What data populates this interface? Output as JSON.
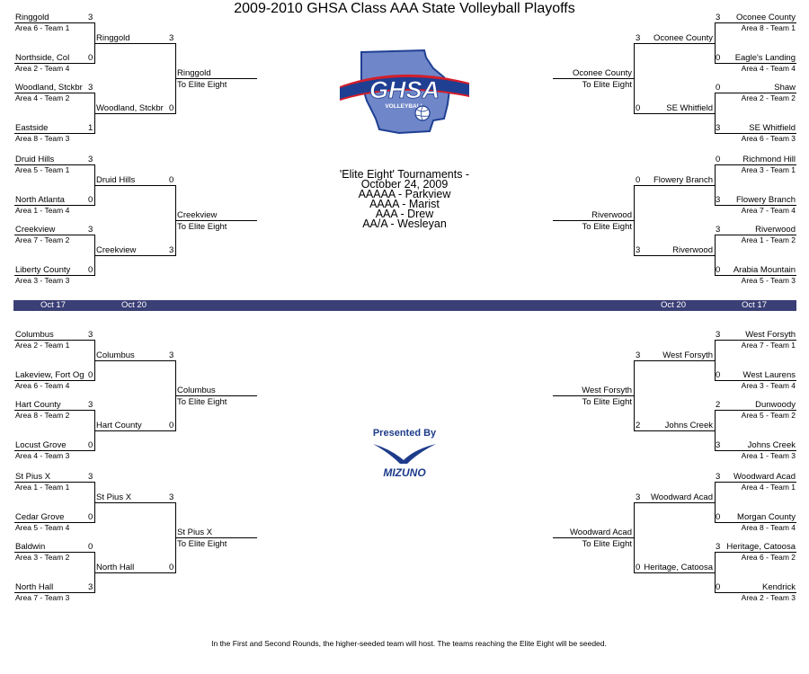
{
  "title": "2009-2010 GHSA Class AAA State Volleyball Playoffs",
  "logo": {
    "text": "GHSA",
    "sub": "VOLLEYBALL",
    "colors": {
      "blue": "#1f3f93",
      "red": "#d41e2a",
      "state": "#6f86c8"
    }
  },
  "info": [
    "'Elite Eight' Tournaments -",
    "October 24, 2009",
    "AAAAA - Parkview",
    "AAAA - Marist",
    "AAA - Drew",
    "AA/A - Wesleyan"
  ],
  "band": {
    "color": "#3a3f75",
    "left_r1": "Oct 17",
    "left_r2": "Oct 20",
    "right_r2": "Oct 20",
    "right_r1": "Oct 17"
  },
  "sponsor": {
    "presented": "Presented By",
    "name": "MIZUNO",
    "color": "#1d3b8a"
  },
  "footer": "In the First and Second Rounds, the higher-seeded team will host.  The teams reaching the Elite Eight will be seeded.",
  "elite_label": "To Elite Eight",
  "quadrants": [
    {
      "side": "left",
      "matches": [
        {
          "top": {
            "team": "Ringgold",
            "area": "Area 6 - Team 1",
            "score": "3"
          },
          "bottom": {
            "team": "Northside, Col",
            "area": "Area 2 - Team 4",
            "score": "0"
          },
          "winner": {
            "team": "Ringgold",
            "score": "3"
          }
        },
        {
          "top": {
            "team": "Woodland, Stckbr",
            "area": "Area 4 - Team 2",
            "score": "3"
          },
          "bottom": {
            "team": "Eastside",
            "area": "Area 8 - Team 3",
            "score": "1"
          },
          "winner": {
            "team": "Woodland, Stckbr",
            "score": "0"
          }
        },
        {
          "top": {
            "team": "Druid Hills",
            "area": "Area 5 - Team 1",
            "score": "3"
          },
          "bottom": {
            "team": "North Atlanta",
            "area": "Area 1 - Team 4",
            "score": "0"
          },
          "winner": {
            "team": "Druid Hills",
            "score": "0"
          }
        },
        {
          "top": {
            "team": "Creekview",
            "area": "Area 7 - Team 2",
            "score": "3"
          },
          "bottom": {
            "team": "Liberty County",
            "area": "Area 3 - Team 3",
            "score": "0"
          },
          "winner": {
            "team": "Creekview",
            "score": "3"
          }
        }
      ],
      "finals": [
        {
          "team": "Ringgold"
        },
        {
          "team": "Creekview"
        }
      ]
    },
    {
      "side": "right",
      "matches": [
        {
          "top": {
            "team": "Oconee County",
            "area": "Area 8 - Team 1",
            "score": "3"
          },
          "bottom": {
            "team": "Eagle's Landing",
            "area": "Area 4 - Team 4",
            "score": "0"
          },
          "winner": {
            "team": "Oconee County",
            "score": "3"
          }
        },
        {
          "top": {
            "team": "Shaw",
            "area": "Area 2 - Team 2",
            "score": "0"
          },
          "bottom": {
            "team": "SE Whitfield",
            "area": "Area 6 - Team 3",
            "score": "3"
          },
          "winner": {
            "team": "SE Whitfield",
            "score": "0"
          }
        },
        {
          "top": {
            "team": "Richmond Hill",
            "area": "Area 3 - Team 1",
            "score": "0"
          },
          "bottom": {
            "team": "Flowery Branch",
            "area": "Area 7 - Team 4",
            "score": "3"
          },
          "winner": {
            "team": "Flowery Branch",
            "score": "0"
          }
        },
        {
          "top": {
            "team": "Riverwood",
            "area": "Area 1 - Team 2",
            "score": "3"
          },
          "bottom": {
            "team": "Arabia Mountain",
            "area": "Area 5 - Team 3",
            "score": "0"
          },
          "winner": {
            "team": "Riverwood",
            "score": "3"
          }
        }
      ],
      "finals": [
        {
          "team": "Oconee County"
        },
        {
          "team": "Riverwood"
        }
      ]
    },
    {
      "side": "left",
      "matches": [
        {
          "top": {
            "team": "Columbus",
            "area": "Area 2 - Team 1",
            "score": "3"
          },
          "bottom": {
            "team": "Lakeview, Fort Og",
            "area": "Area 6 - Team 4",
            "score": "0"
          },
          "winner": {
            "team": "Columbus",
            "score": "3"
          }
        },
        {
          "top": {
            "team": "Hart County",
            "area": "Area 8 - Team 2",
            "score": "3"
          },
          "bottom": {
            "team": "Locust Grove",
            "area": "Area 4 - Team 3",
            "score": "0"
          },
          "winner": {
            "team": "Hart County",
            "score": "0"
          }
        },
        {
          "top": {
            "team": "St Pius X",
            "area": "Area 1 - Team 1",
            "score": "3"
          },
          "bottom": {
            "team": "Cedar Grove",
            "area": "Area 5 - Team 4",
            "score": "0"
          },
          "winner": {
            "team": "St Pius X",
            "score": "3"
          }
        },
        {
          "top": {
            "team": "Baldwin",
            "area": "Area 3 - Team 2",
            "score": "0"
          },
          "bottom": {
            "team": "North Hall",
            "area": "Area 7 - Team 3",
            "score": "3"
          },
          "winner": {
            "team": "North Hall",
            "score": "0"
          }
        }
      ],
      "finals": [
        {
          "team": "Columbus"
        },
        {
          "team": "St Pius X"
        }
      ]
    },
    {
      "side": "right",
      "matches": [
        {
          "top": {
            "team": "West Forsyth",
            "area": "Area 7 - Team 1",
            "score": "3"
          },
          "bottom": {
            "team": "West Laurens",
            "area": "Area 3 - Team 4",
            "score": "0"
          },
          "winner": {
            "team": "West Forsyth",
            "score": "3"
          }
        },
        {
          "top": {
            "team": "Dunwoody",
            "area": "Area 5 - Team 2",
            "score": "2"
          },
          "bottom": {
            "team": "Johns Creek",
            "area": "Area 1 - Team 3",
            "score": "3"
          },
          "winner": {
            "team": "Johns Creek",
            "score": "2"
          }
        },
        {
          "top": {
            "team": "Woodward Acad",
            "area": "Area 4 - Team 1",
            "score": "3"
          },
          "bottom": {
            "team": "Morgan County",
            "area": "Area 8 - Team 4",
            "score": "0"
          },
          "winner": {
            "team": "Woodward Acad",
            "score": "3"
          }
        },
        {
          "top": {
            "team": "Heritage, Catoosa",
            "area": "Area 6 - Team 2",
            "score": "3"
          },
          "bottom": {
            "team": "Kendrick",
            "area": "Area 2 - Team 3",
            "score": "0"
          },
          "winner": {
            "team": "Heritage, Catoosa",
            "score": "0"
          }
        }
      ],
      "finals": [
        {
          "team": "West Forsyth"
        },
        {
          "team": "Woodward Acad"
        }
      ]
    }
  ]
}
